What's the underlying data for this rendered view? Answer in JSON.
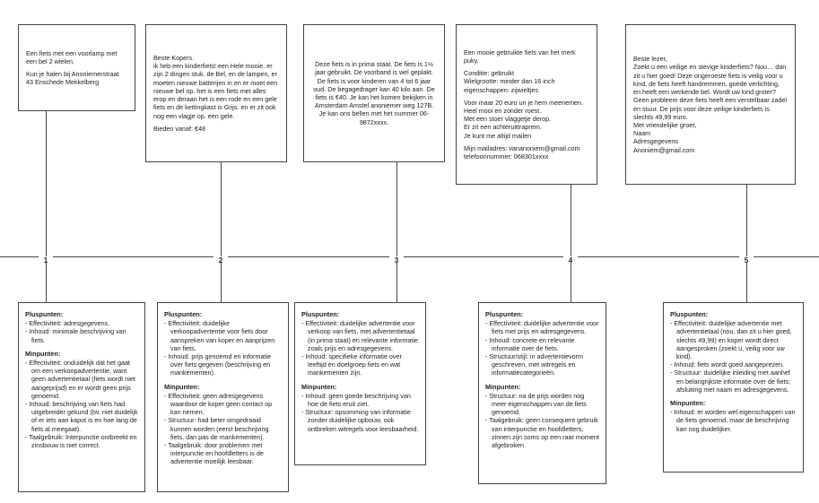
{
  "ads": [
    {
      "lines": [
        "Een fiets met een voorlamp met een bel 2 wielen.",
        "Kun je halen bij Anoniemerstraat 43 Enschede Mekkelberg"
      ]
    },
    {
      "lines": [
        "Beste Kopers.",
        "ik heb een kinderfiets! een Hele mooie. er zijn 2 dingen stuk. de Bel, en de lampen, er moeten nieuwe batterijen in en er moet een nieuwe bel op. het is een fiets met alles erop en deraan het is een rode en een gele fiets en de kettingkast is Grijs. en er zit ook nog een vlagje op. een gele.",
        "Bieden vanaf: €48"
      ]
    },
    {
      "lines": [
        "Deze fiets is in prima staat. De fiets is 1½ jaar gebruikt. De voorband is wel geplakt. De fiets is voor kinderen van 4 tot 6 jaar oud. De begagedrager kan 40 kilo aan. De fiets is €40. Je kan het komen bekijken in Amsterdam Amstel anoniemer weg 127B. Je kan ons bellen met het nummer 06-9872xxxx."
      ]
    },
    {
      "lines": [
        "Een mooie gebruikte fiets van het merk puky.",
        "Conditie: gebruikt",
        "Wielgrootte: minder dan 16 inch",
        "eigenschappen: zijwieltjes",
        "Voor maar 20 euro un je hem meenemen.",
        "Heel mooi en zonder roest.",
        "Met een stoer vlaggetje derop.",
        "Er zit een achteruittraprem.",
        "Je kunt me altijd mailen",
        "Mijn mailadres: vananoniem@gmail.com",
        "telefoonnummer: 068301xxxx"
      ]
    },
    {
      "lines": [
        "Beste lezer,",
        "Zoekt u een veilige en stevige kinderfiets? Nou… dan zit u hier goed! Deze ongeroeste fiets is veilig voor u kind, de fiets heeft handremmen, goede verlichting, en heeft een werkende bel. Wordt uw kind groter? Geen probleem deze fiets heeft een verstelbaar zadel en stuur. De prijs voor deze veilige kinderfiets is slechts 49,99 euro.",
        "Met vriendelijke groet,",
        "Naam",
        "Adresgegevens",
        "Anoniem@gmail.com"
      ]
    }
  ],
  "timeline": {
    "labels": [
      "1",
      "2",
      "3",
      "4",
      "5"
    ]
  },
  "evals": [
    {
      "plus_title": "Pluspunten:",
      "plus": [
        "Effectiviteit: adresgegevens.",
        "Inhoud: minimale beschrijving van fiets."
      ],
      "min_title": "Minpunten:",
      "min": [
        "Effectiviteit: onduidelijk dat het gaat om een verkoopadvertentie, want geen advertentietaal (fiets wordt niet aangeprijsd) en er wordt geen prijs genoemd.",
        "Inhoud: beschrijving van fiets had uitgebreider gekund (bv. niet duidelijk of er iets aan kapot is en hoe lang de fiets al meegaat).",
        "Taalgebruik: Interpunctie ontbreekt en zinsbouw is niet correct."
      ]
    },
    {
      "plus_title": "Pluspunten:",
      "plus": [
        "Effectiviteit: duidelijke verkoopadvertentie voor fiets door aanspreken van koper en aanprijzen van fiets.",
        "Inhoud: prijs genoemd en informatie over fiets gegeven (beschrijving en mankementen)."
      ],
      "min_title": "Minpunten:",
      "min": [
        "Effectiviteit: geen adresgegevens waardoor de koper geen contact op kan nemen.",
        "Structuur: had beter omgedraaid kunnen worden (eerst beschrijving fiets, dan pas de mankementen).",
        "Taalgebruik: door problemen met interpunctie en hoofdletters is de advertentie moeilijk leesbaar."
      ]
    },
    {
      "plus_title": "Pluspunten:",
      "plus": [
        "Effectiviteit: duidelijke advertentie voor verkoop van fiets, met advertentietaal (in prima staat) en relevante informatie zoals prijs en adresgegevens.",
        "Inhoud: specifieke informatie over leeftijd en doelgroep fiets en wat mankementen zijn."
      ],
      "min_title": "Minpunten:",
      "min": [
        "Inhoud: geen goede beschrijving van hoe de fiets eruit ziet.",
        "Structuur: opsomming van informatie zonder duidelijke opbouw, ook ontbreken witregels voor leesbaarheid."
      ]
    },
    {
      "plus_title": "Pluspunten:",
      "plus": [
        "Effectiviteit: duidelijke advertentie voor fiets met prijs en adresgegevens.",
        "Inhoud: concrete en relevante informatie over de fiets.",
        "Structuur/stijl: in advertentievorm geschreven, met witregels en informatiecategorieën."
      ],
      "min_title": "Minpunten:",
      "min": [
        "Structuur: na de prijs worden nog meer eigenschappen van de fiets genoemd.",
        "Taalgebruik: geen consequent gebruik van interpunctie en hoofdletters, zinnen zijn soms op een raar moment afgebroken."
      ]
    },
    {
      "plus_title": "Pluspunten:",
      "plus": [
        "Effectiviteit: duidelijke advertentie met advertentietaal (nou, dan zit u hier goed, slechts 49,99) en koper wordt direct aangesproken (zoekt u, veilig voor uw kind).",
        "Inhoud: fiets wordt goed aangeprezen.",
        "Structuur: duidelijke inleiding met aanhef en belangrijkste informatie over de fiets; afsluiting met naam en adresgegevens."
      ],
      "min_title": "Minpunten:",
      "min": [
        "Inhoud: er worden wel eigenschappen van de fiets genoemd, maar de beschrijving kan nog duidelijker."
      ]
    }
  ]
}
